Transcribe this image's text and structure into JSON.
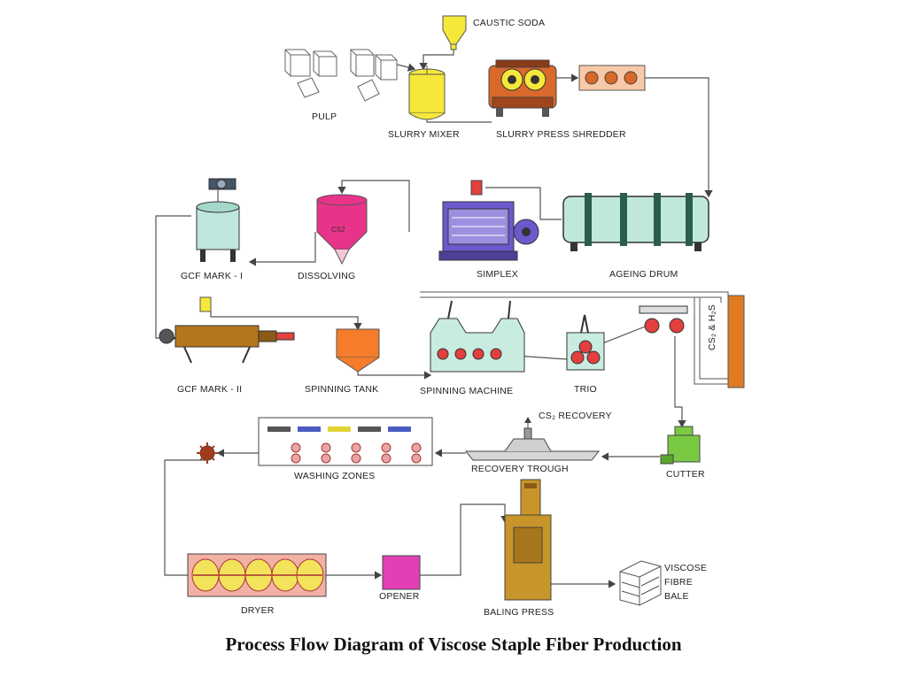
{
  "diagram": {
    "caption": "Process Flow Diagram of Viscose Staple Fiber Production",
    "labels": {
      "caustic_soda": "CAUSTIC SODA",
      "pulp": "PULP",
      "slurry_mixer": "SLURRY MIXER",
      "slurry_press_shredder": "SLURRY PRESS SHREDDER",
      "gcf_mark_1": "GCF MARK - I",
      "dissolving": "DISSOLVING",
      "simplex": "SIMPLEX",
      "ageing_drum": "AGEING DRUM",
      "gcf_mark_2": "GCF MARK - II",
      "spinning_tank": "SPINNING TANK",
      "spinning_machine": "SPINNING MACHINE",
      "trio": "TRIO",
      "gas_vent": "CS₂ & H₂S",
      "cs2_recovery": "CS₂ RECOVERY",
      "washing_zones": "WASHING ZONES",
      "recovery_trough": "RECOVERY TROUGH",
      "cutter": "CUTTER",
      "dryer": "DRYER",
      "opener": "OPENER",
      "baling_press": "BALING PRESS",
      "viscose_line1": "VISCOSE",
      "viscose_line2": "FIBRE",
      "viscose_line3": "BALE",
      "dissolving_tank_text": "CS2"
    },
    "colors": {
      "line": "#555555",
      "slurry_mixer": "#f5e83a",
      "shredder": "#d9692a",
      "dissolving": "#e8338a",
      "simplex": "#6a5acd",
      "ageing_drum": "#bfe8d8",
      "gcf_tank": "#bfe6dc",
      "gcf2": "#b5761e",
      "spinning_tank": "#f47c2a",
      "spinning_machine": "#c9ece0",
      "cutter": "#7ac943",
      "washing": "#e9a5a5",
      "dryer": "#f2e35a",
      "opener": "#e23fb7",
      "baling_press": "#c8952a",
      "vent": "#e07b22"
    }
  }
}
